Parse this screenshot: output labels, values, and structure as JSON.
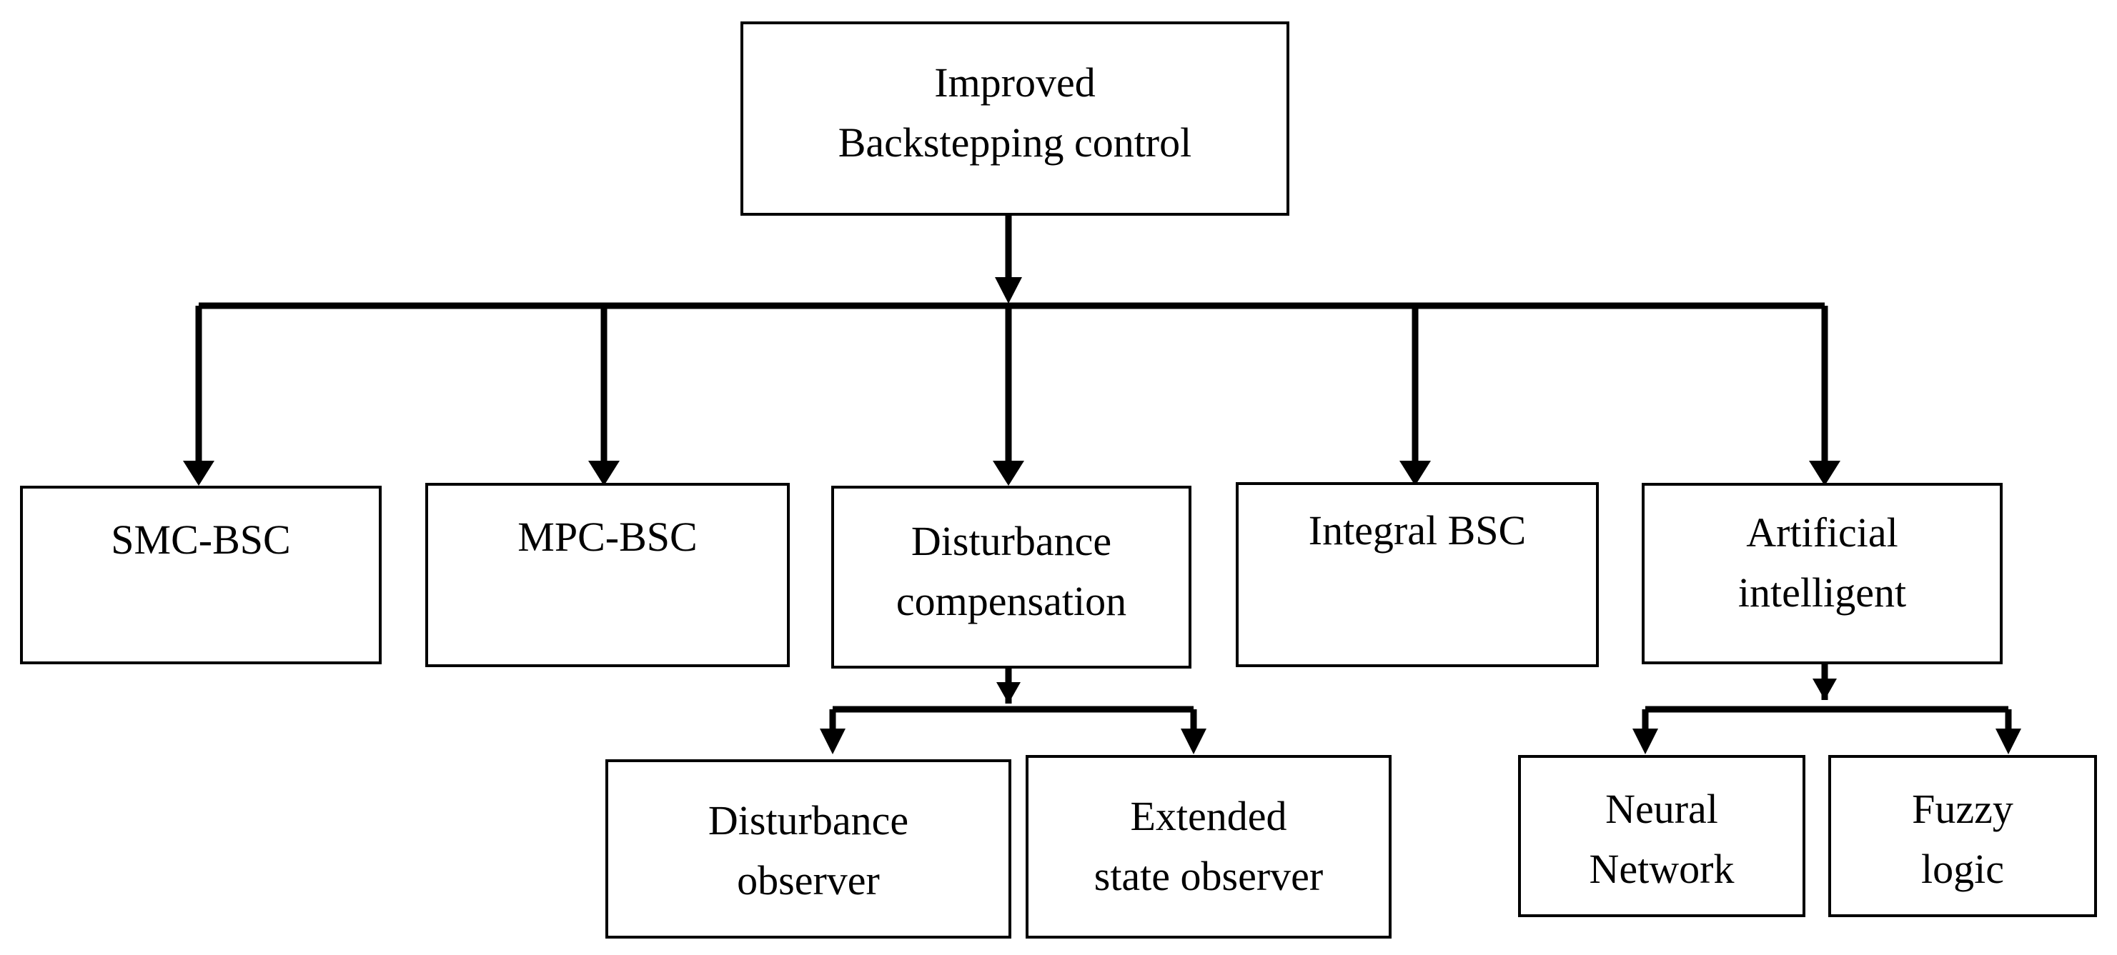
{
  "diagram": {
    "root": {
      "lines": [
        "Improved",
        "Backstepping control"
      ]
    },
    "branches": {
      "smc": {
        "lines": [
          "SMC-BSC"
        ]
      },
      "mpc": {
        "lines": [
          "MPC-BSC"
        ]
      },
      "disturbance": {
        "lines": [
          "Disturbance",
          "compensation"
        ]
      },
      "integral": {
        "lines": [
          "Integral BSC"
        ]
      },
      "ai": {
        "lines": [
          "Artificial",
          "intelligent"
        ]
      }
    },
    "leaves": {
      "dob": {
        "lines": [
          "Disturbance",
          "observer"
        ]
      },
      "eso": {
        "lines": [
          "Extended",
          "state observer"
        ]
      },
      "nn": {
        "lines": [
          "Neural",
          "Network"
        ]
      },
      "fuzzy": {
        "lines": [
          "Fuzzy",
          "logic"
        ]
      }
    },
    "colors": {
      "line": "#000000",
      "box_border": "#000000",
      "background": "#ffffff"
    }
  }
}
